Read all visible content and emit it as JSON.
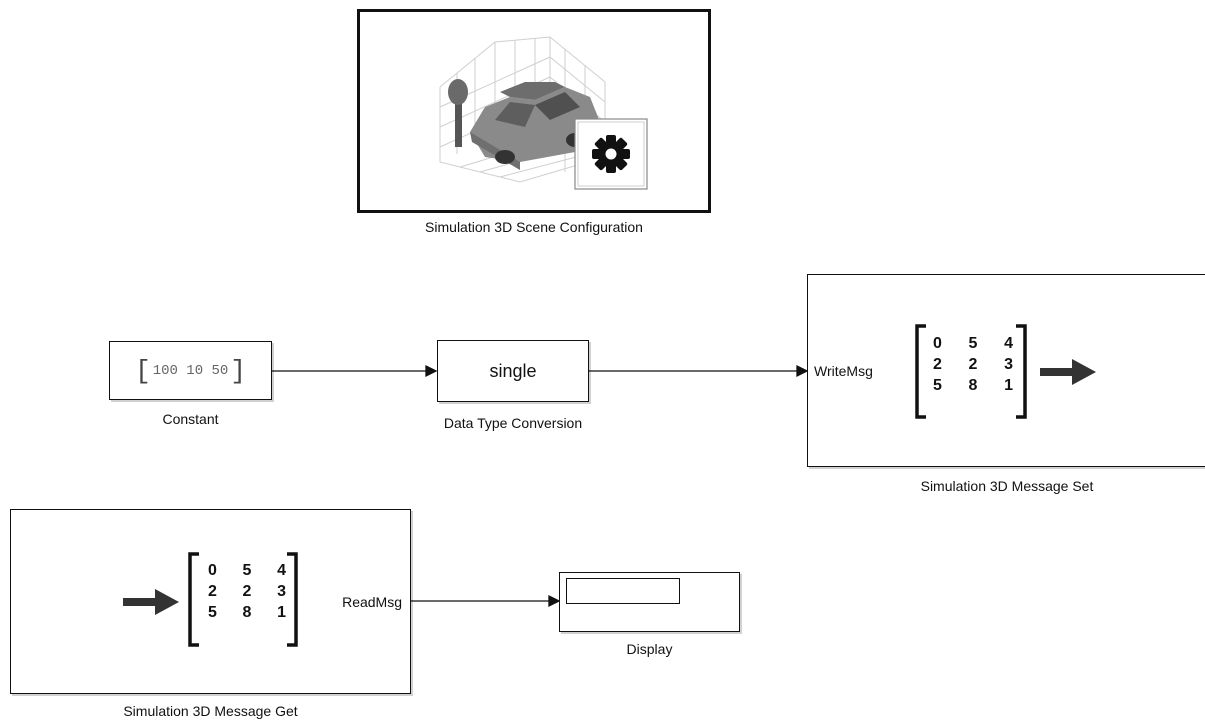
{
  "blocks": {
    "scene_config": {
      "caption": "Simulation 3D Scene Configuration"
    },
    "constant": {
      "caption": "Constant",
      "value_open": "[",
      "value": "100 10 50",
      "value_close": "]"
    },
    "dtc": {
      "caption": "Data Type Conversion",
      "label": "single"
    },
    "msg_set": {
      "caption": "Simulation 3D Message Set",
      "port": "WriteMsg",
      "matrix": [
        [
          "0",
          "5",
          "4"
        ],
        [
          "2",
          "2",
          "3"
        ],
        [
          "5",
          "8",
          "1"
        ]
      ]
    },
    "msg_get": {
      "caption": "Simulation 3D Message Get",
      "port": "ReadMsg",
      "matrix": [
        [
          "0",
          "5",
          "4"
        ],
        [
          "2",
          "2",
          "3"
        ],
        [
          "5",
          "8",
          "1"
        ]
      ]
    },
    "display": {
      "caption": "Display"
    }
  },
  "icons": {
    "scene": "car-scene-gear-icon",
    "arrow": "right-arrow-icon"
  }
}
